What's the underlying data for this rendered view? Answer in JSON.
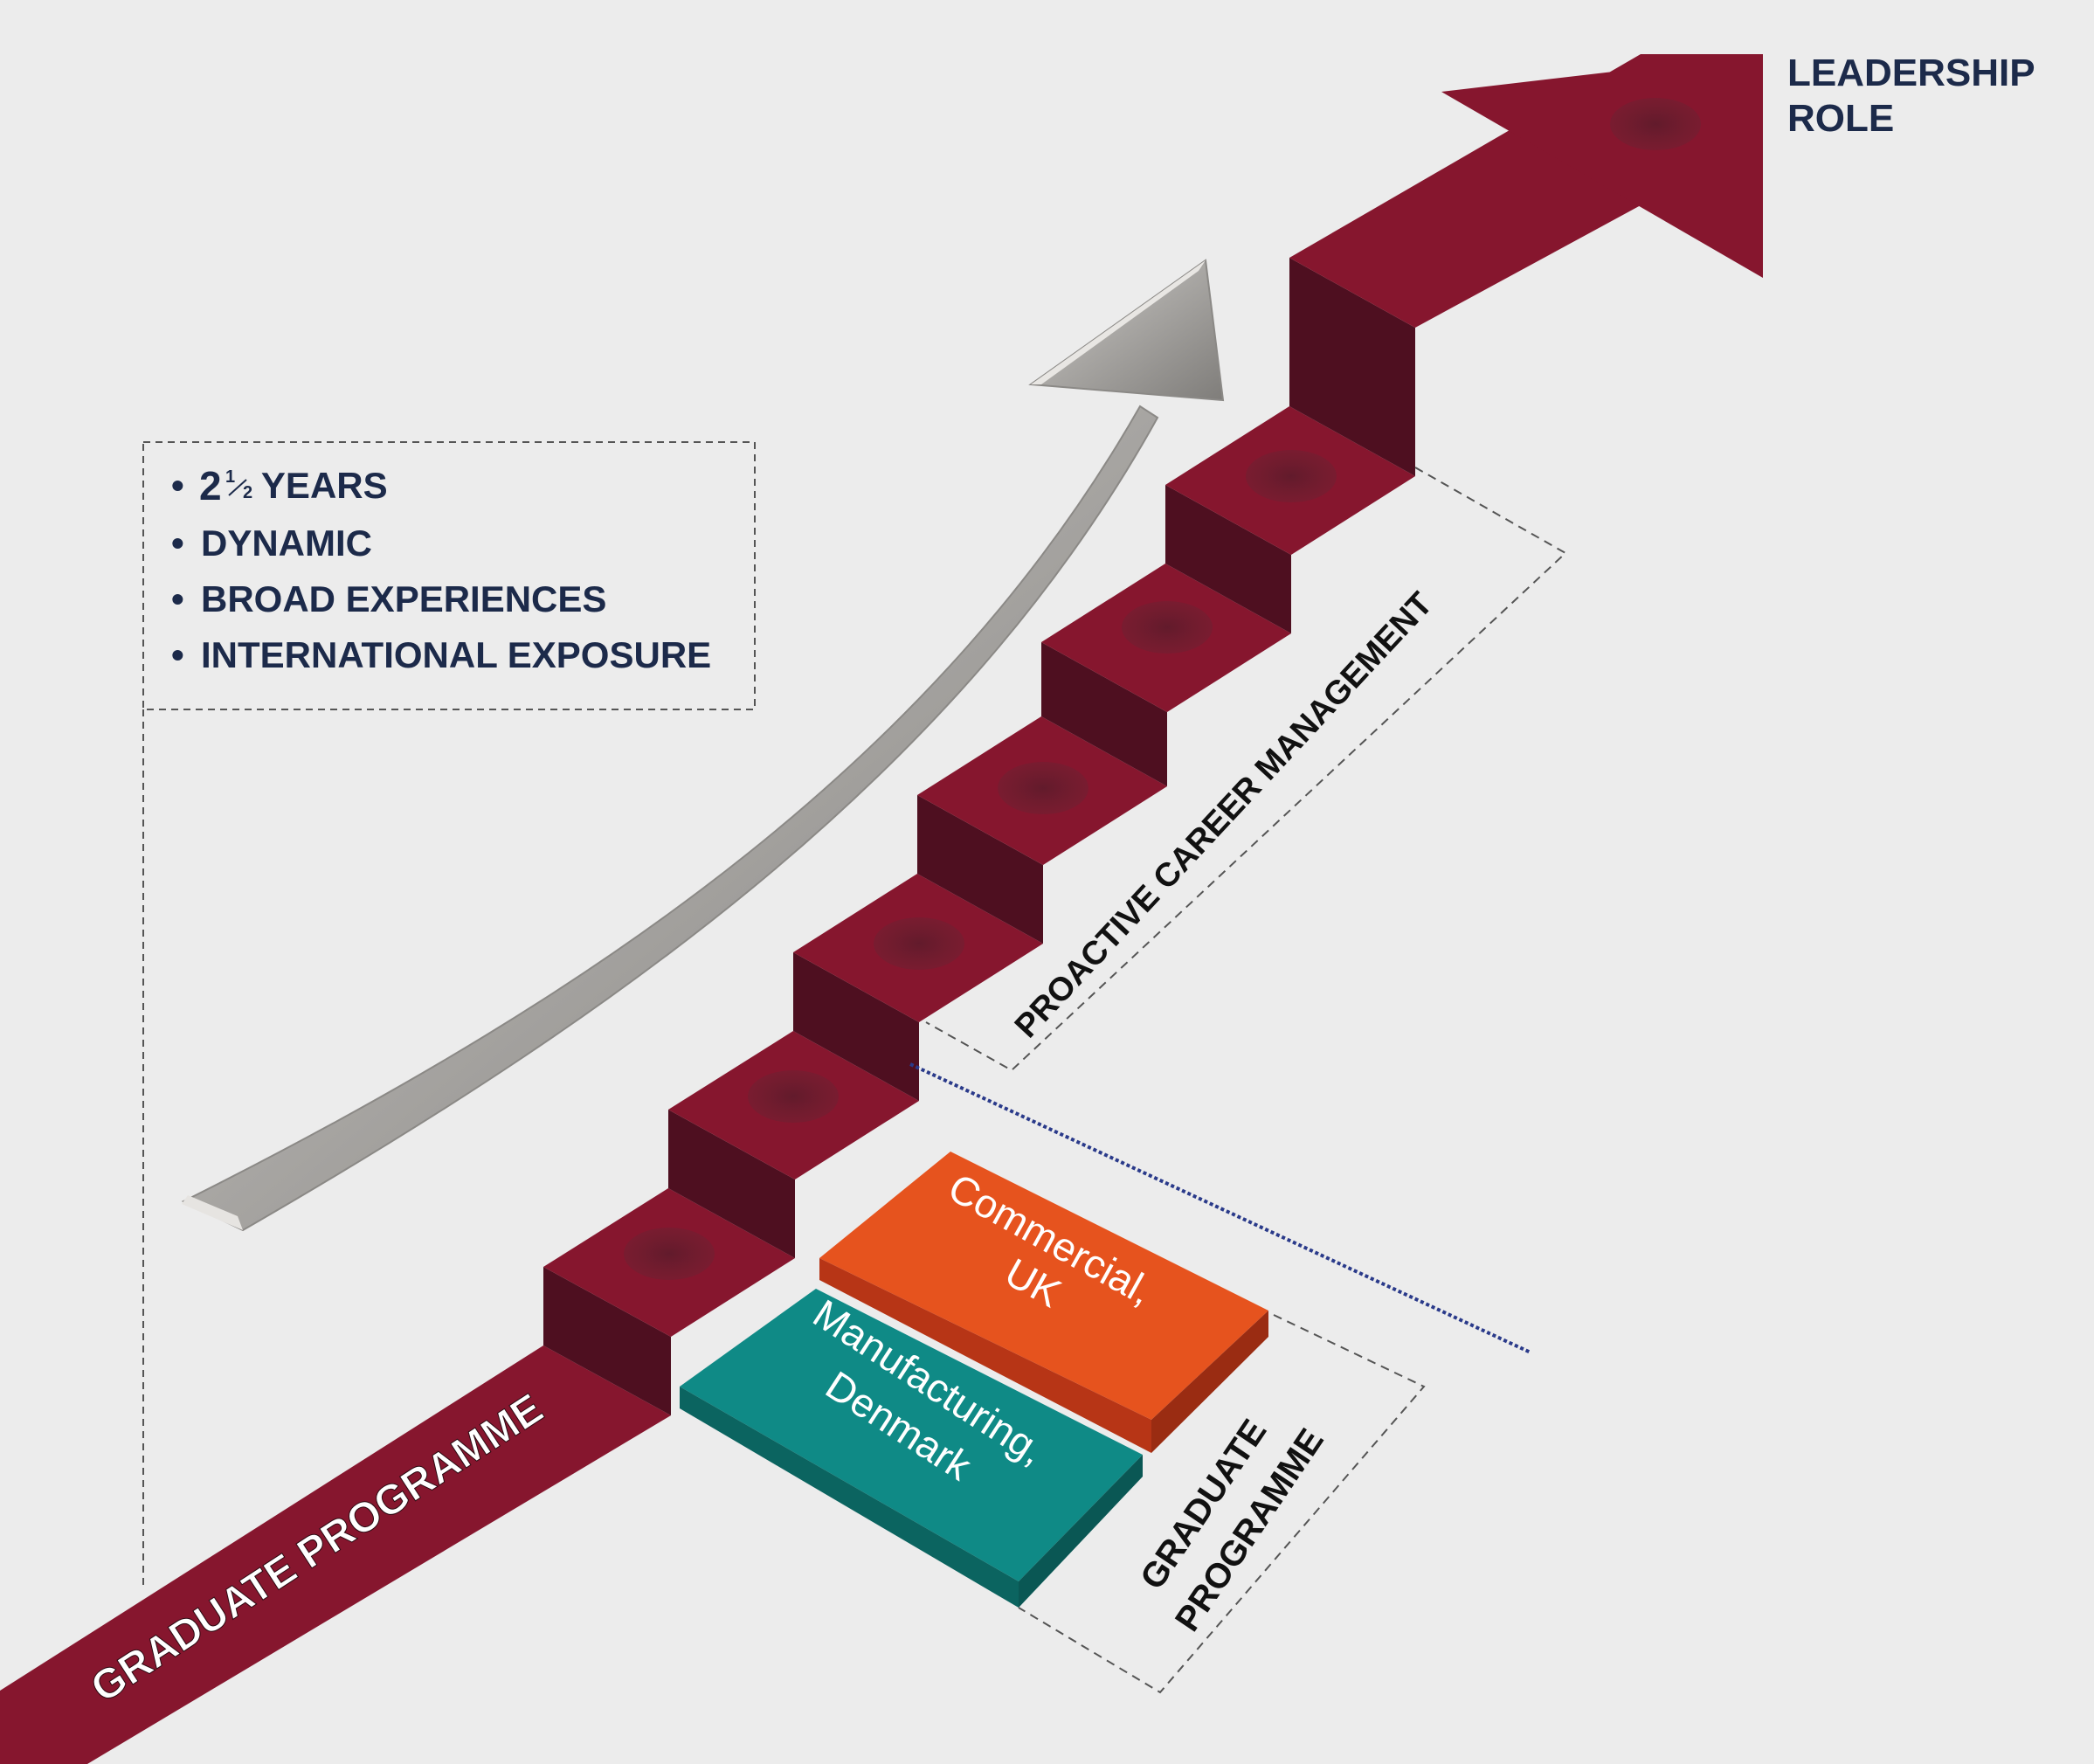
{
  "colors": {
    "background": "#ececec",
    "step_top": "#86162e",
    "step_riser": "#4e0f20",
    "step_spot": "#6b2232",
    "commercial": "#e6531e",
    "manufacturing": "#0f8a86",
    "navy_text": "#1c2a4a",
    "silver_arrow": "#a8a6a3"
  },
  "destination": {
    "line1": "LEADERSHIP",
    "line2": "ROLE"
  },
  "features": {
    "items": [
      {
        "main": "2",
        "fraction_top": "1",
        "fraction_bottom": "2",
        "rest": " YEARS"
      },
      {
        "text": "DYNAMIC"
      },
      {
        "text": "BROAD EXPERIENCES"
      },
      {
        "text": "INTERNATIONAL EXPOSURE"
      }
    ],
    "bullet": "•"
  },
  "path_label": "GRADUATE PROGRAMME",
  "career_label": "PROACTIVE CAREER MANAGEMENT",
  "rotations": {
    "commercial": {
      "line1": "Commercial,",
      "line2": "UK"
    },
    "manufacturing": {
      "line1": "Manufacturing,",
      "line2": "Denmark"
    }
  },
  "programme_label": {
    "line1": "GRADUATE",
    "line2": "PROGRAMME"
  },
  "icons": {
    "upward_arrow": "silver-curved-arrow",
    "leadership_arrow": "arrow-head"
  }
}
